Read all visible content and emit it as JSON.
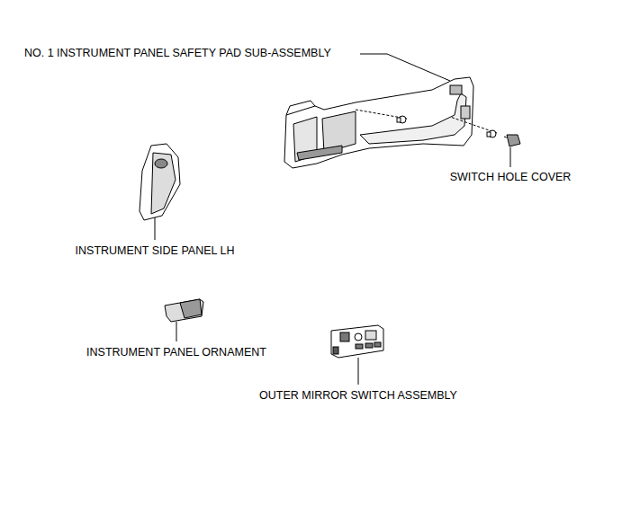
{
  "diagram": {
    "labels": [
      "NO. 1 INSTRUMENT PANEL SAFETY PAD SUB-ASSEMBLY",
      "SWITCH HOLE COVER",
      "INSTRUMENT SIDE PANEL LH",
      "INSTRUMENT PANEL ORNAMENT",
      "OUTER MIRROR SWITCH ASSEMBLY"
    ]
  }
}
